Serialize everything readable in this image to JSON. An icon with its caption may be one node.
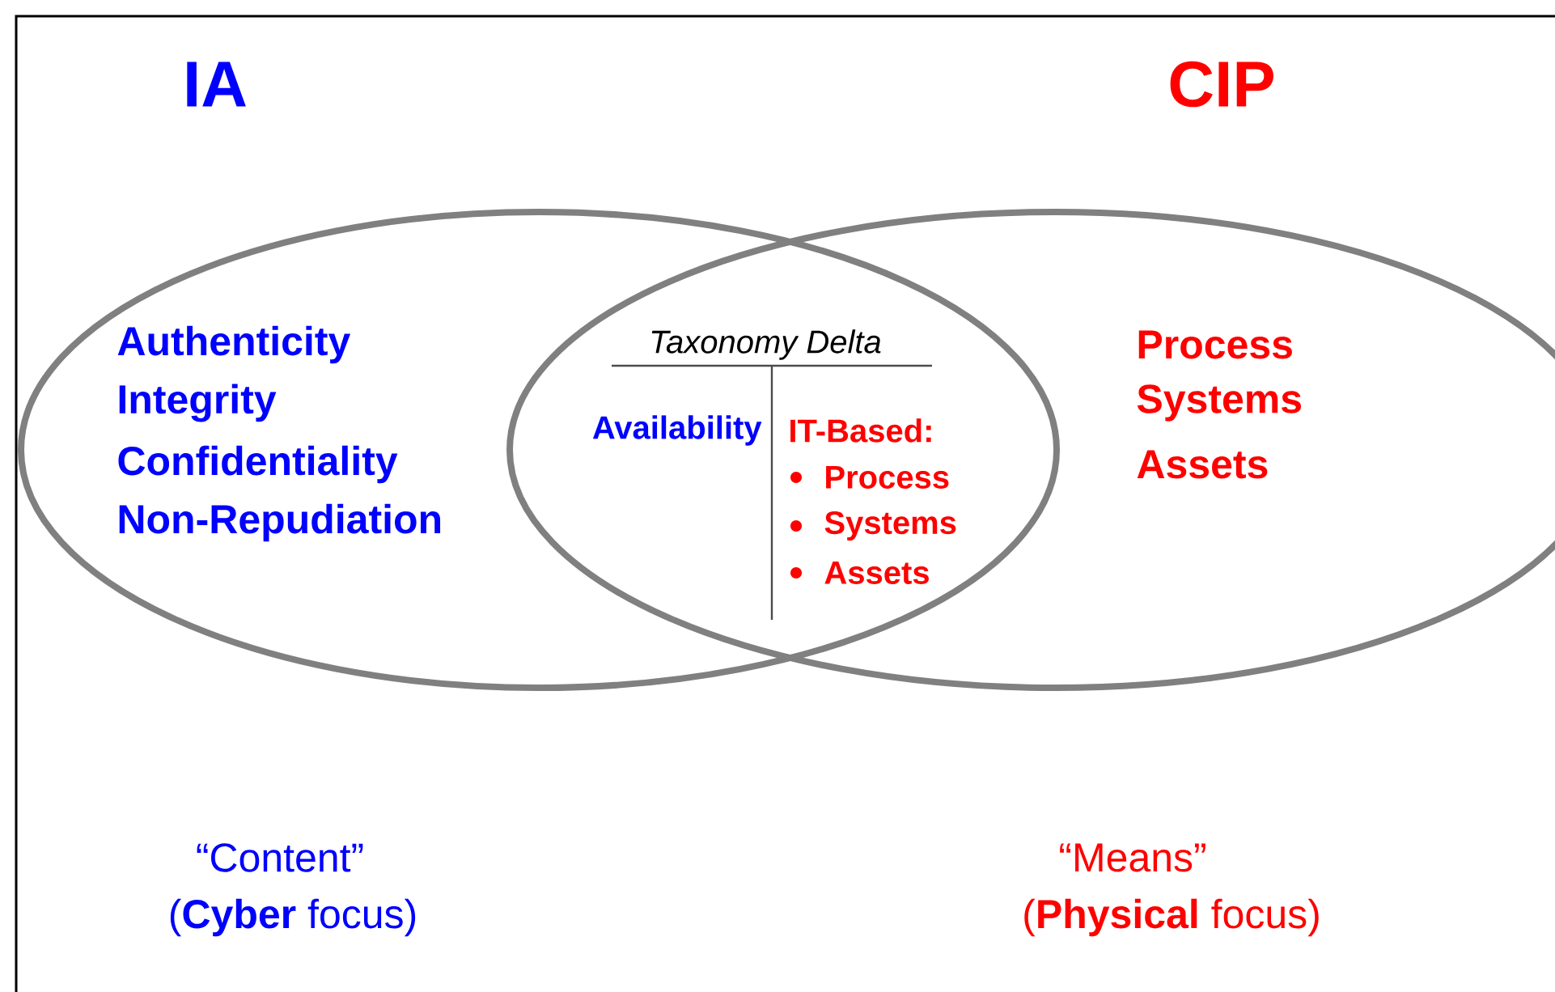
{
  "diagram": {
    "nodes": [
      {
        "text": [
          "IA",
          "Authenticity",
          "Integrity",
          "Confidentiality",
          "Non-Repudiation"
        ]
      },
      {
        "text": [
          "CIP",
          "Process",
          "Systems",
          "Assets"
        ]
      }
    ],
    "labels": [
      "Taxonomy Delta",
      "Availability",
      "IT-Based:",
      "Process",
      "Systems",
      "Assets",
      "“Content”",
      "(**Cyber** focus)",
      "“Means”",
      "(**Physical** focus)"
    ]
  }
}
